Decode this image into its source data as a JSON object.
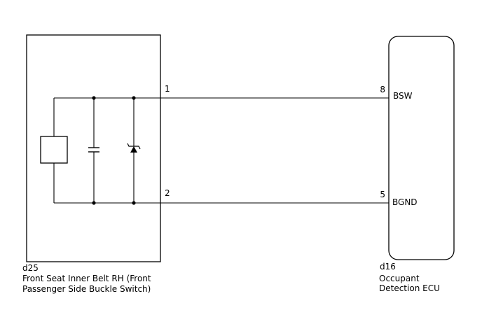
{
  "left_component": {
    "code": "d25",
    "name_line1": "Front Seat Inner Belt RH (Front",
    "name_line2": "Passenger Side Buckle Switch)",
    "pins": {
      "top": "1",
      "bottom": "2"
    }
  },
  "right_component": {
    "code": "d16",
    "name_line1": "Occupant",
    "name_line2": "Detection ECU",
    "pins": {
      "top": "8",
      "bottom": "5"
    },
    "terminals": {
      "top": "BSW",
      "bottom": "BGND"
    }
  },
  "colors": {
    "line": "#000000",
    "background": "#ffffff"
  }
}
